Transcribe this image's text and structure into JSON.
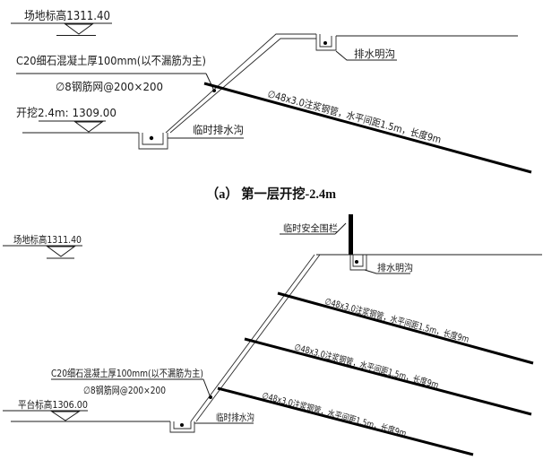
{
  "figure": {
    "colors": {
      "ink": "#1b1b1b",
      "pipe": "#000000",
      "paper": "#ffffff"
    },
    "top": {
      "site_elevation": "场地标高1311.40",
      "shotcrete_note": "C20细石混凝土厚100mm(以不漏筋为主)",
      "mesh_note": "∅8钢筋网@200×200",
      "excavation_note": "开挖2.4m: 1309.00",
      "temp_drain_label": "临时排水沟",
      "open_drain_label": "排水明沟",
      "pipe_note": "∅48x3.0注浆钢管，水平间距1.5m，长度9m",
      "caption": "（a） 第一层开挖-2.4m"
    },
    "bottom": {
      "site_elevation": "场地标高1311.40",
      "safety_fence_label": "临时安全围栏",
      "open_drain_label": "排水明沟",
      "pipe_notes": [
        "∅48x3.0注浆钢管，水平间距1.5m，长度9m",
        "∅48x3.0注浆钢管，水平间距1.5m，长度9m",
        "∅48x3.0注浆钢管，水平间距1.5m，长度9m"
      ],
      "shotcrete_note": "C20细石混凝土厚100mm(以不漏筋为主)",
      "mesh_note": "∅8钢筋网@200×200",
      "platform_elevation": "平台标高1306.00",
      "temp_drain_label": "临时排水沟"
    }
  }
}
